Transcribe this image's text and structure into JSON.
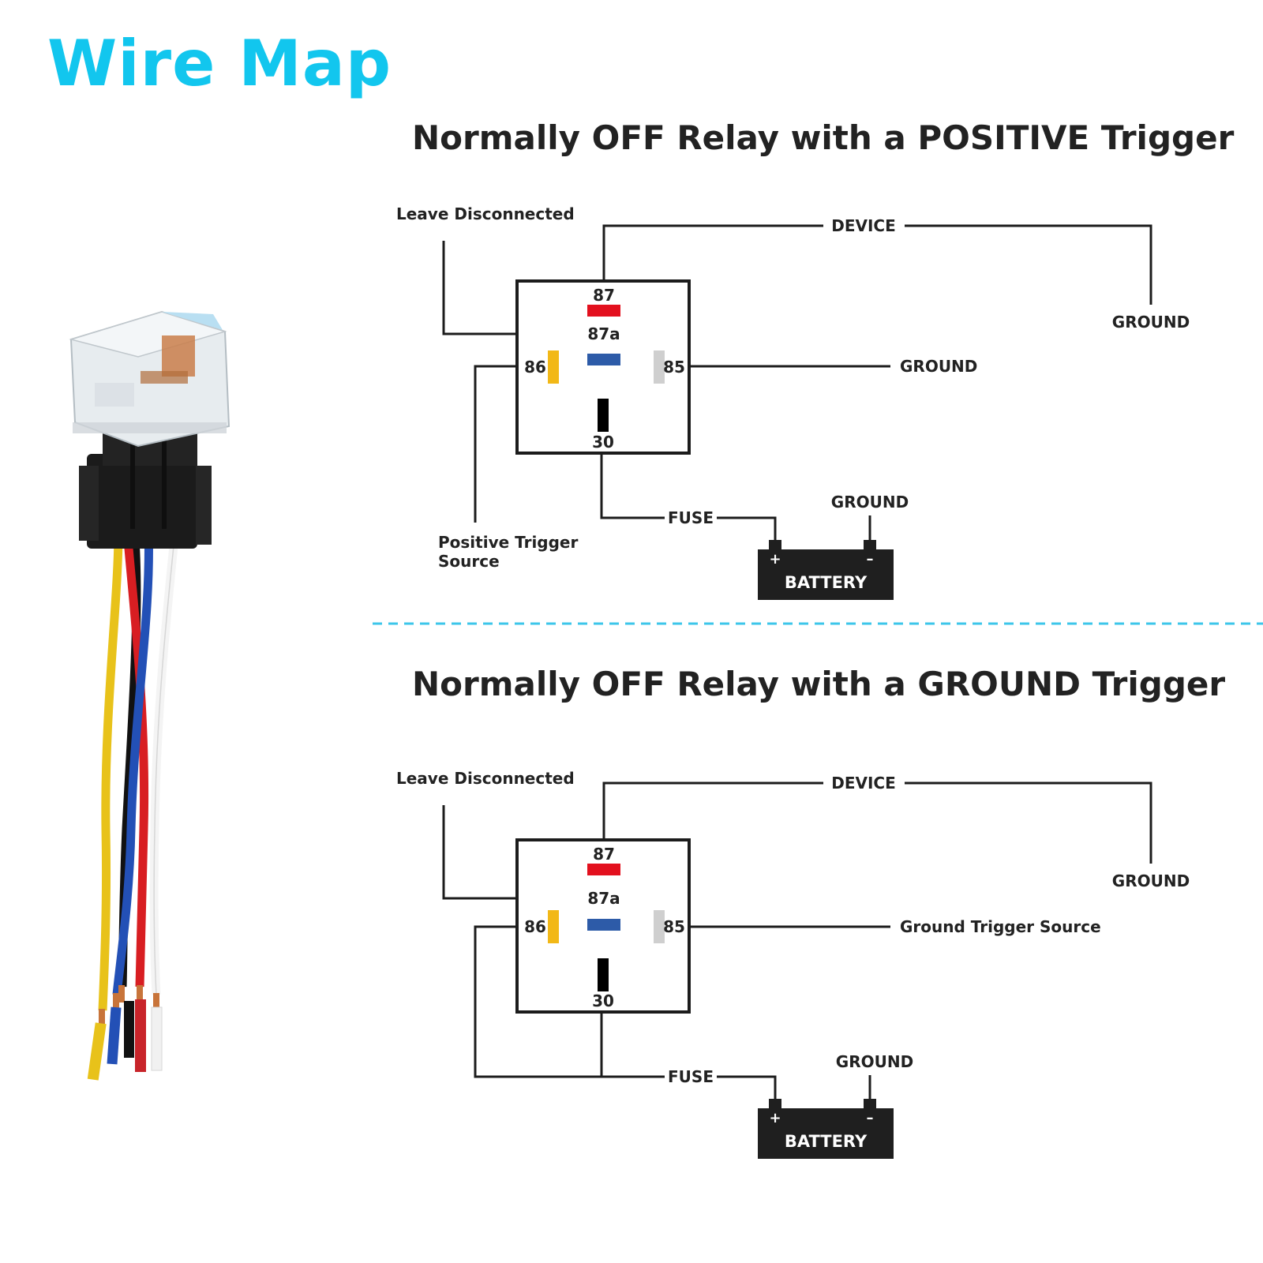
{
  "title": "Wire Map",
  "colors": {
    "title": "#12c6ee",
    "divider": "#3cc6ea",
    "pin_87": "#e3101e",
    "pin_87a": "#2d5ba8",
    "pin_86": "#f2b817",
    "pin_85": "#cfcfcf",
    "pin_30": "#000000"
  },
  "icons": {
    "relay_photo": "relay-harness-icon"
  },
  "positive": {
    "title": "Normally OFF Relay with a POSITIVE Trigger",
    "leave_disconnected": "Leave Disconnected",
    "device": "DEVICE",
    "device_ground": "GROUND",
    "pin85_ground": "GROUND",
    "trigger_line1": "Positive Trigger",
    "trigger_line2": "Source",
    "fuse": "FUSE",
    "battery_ground": "GROUND",
    "battery": "BATTERY",
    "plus": "+",
    "minus": "–",
    "pins": {
      "p87": "87",
      "p87a": "87a",
      "p86": "86",
      "p85": "85",
      "p30": "30"
    }
  },
  "ground": {
    "title": "Normally OFF Relay with a GROUND Trigger",
    "leave_disconnected": "Leave Disconnected",
    "device": "DEVICE",
    "device_ground": "GROUND",
    "pin85_label": "Ground Trigger Source",
    "fuse": "FUSE",
    "battery_ground": "GROUND",
    "battery": "BATTERY",
    "plus": "+",
    "minus": "–",
    "pins": {
      "p87": "87",
      "p87a": "87a",
      "p86": "86",
      "p85": "85",
      "p30": "30"
    }
  }
}
